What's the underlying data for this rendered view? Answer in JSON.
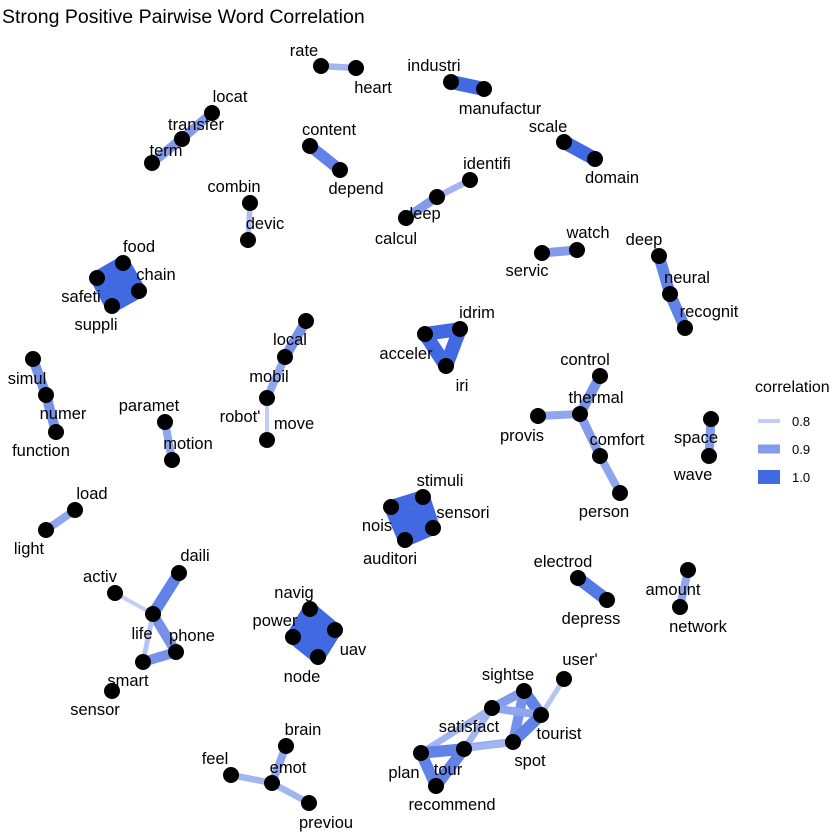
{
  "chart_data": {
    "type": "network",
    "title": "Strong Positive Pairwise Word Correlation",
    "legend": {
      "title": "correlation",
      "placement": "right",
      "entries": [
        {
          "label": "0.8",
          "value": 0.8
        },
        {
          "label": "0.9",
          "value": 0.9
        },
        {
          "label": "1.0",
          "value": 1.0
        }
      ]
    },
    "color_scale": {
      "low": "#c2cef5",
      "high": "#4169e1"
    },
    "nodes": [
      "rate",
      "heart",
      "industri",
      "manufactur",
      "locat",
      "transfer",
      "term",
      "content",
      "depend",
      "scale",
      "domain",
      "identifi",
      "sleep",
      "calcul",
      "combin",
      "devic",
      "watch",
      "servic",
      "deep",
      "neural",
      "recognit",
      "food",
      "chain",
      "safeti",
      "suppli",
      "local",
      "mobil",
      "robot'",
      "move",
      "idrim",
      "acceler",
      "iri",
      "simul",
      "numer",
      "function",
      "paramet",
      "motion",
      "control",
      "thermal",
      "provis",
      "comfort",
      "person",
      "space",
      "wave",
      "stimuli",
      "sensori",
      "nois",
      "auditori",
      "load",
      "light",
      "electrod",
      "depress",
      "amount",
      "network",
      "daili",
      "activ",
      "life",
      "phone",
      "smart",
      "sensor",
      "navig",
      "power",
      "uav",
      "node",
      "sightse",
      "user'",
      "satisfact",
      "tourist",
      "spot",
      "plan",
      "tour",
      "recommend",
      "brain",
      "feel",
      "emot",
      "previou"
    ],
    "edges": [
      {
        "from": "rate",
        "to": "heart",
        "correlation": 0.85
      },
      {
        "from": "industri",
        "to": "manufactur",
        "correlation": 1.0
      },
      {
        "from": "locat",
        "to": "transfer",
        "correlation": 0.9
      },
      {
        "from": "transfer",
        "to": "term",
        "correlation": 0.9
      },
      {
        "from": "locat",
        "to": "term",
        "correlation": 0.9
      },
      {
        "from": "content",
        "to": "depend",
        "correlation": 0.95
      },
      {
        "from": "scale",
        "to": "domain",
        "correlation": 1.0
      },
      {
        "from": "identifi",
        "to": "sleep",
        "correlation": 0.85
      },
      {
        "from": "sleep",
        "to": "calcul",
        "correlation": 0.9
      },
      {
        "from": "combin",
        "to": "devic",
        "correlation": 0.83
      },
      {
        "from": "watch",
        "to": "servic",
        "correlation": 0.9
      },
      {
        "from": "deep",
        "to": "neural",
        "correlation": 0.95
      },
      {
        "from": "neural",
        "to": "recognit",
        "correlation": 0.95
      },
      {
        "from": "food",
        "to": "chain",
        "correlation": 1.0
      },
      {
        "from": "food",
        "to": "safeti",
        "correlation": 1.0
      },
      {
        "from": "food",
        "to": "suppli",
        "correlation": 1.0
      },
      {
        "from": "chain",
        "to": "safeti",
        "correlation": 1.0
      },
      {
        "from": "chain",
        "to": "suppli",
        "correlation": 1.0
      },
      {
        "from": "safeti",
        "to": "suppli",
        "correlation": 1.0
      },
      {
        "from": "local",
        "to": "mobil",
        "correlation": 0.92
      },
      {
        "from": "mobil",
        "to": "robot'",
        "correlation": 0.88
      },
      {
        "from": "robot'",
        "to": "move",
        "correlation": 0.8
      },
      {
        "from": "idrim",
        "to": "acceler",
        "correlation": 1.0
      },
      {
        "from": "idrim",
        "to": "iri",
        "correlation": 1.0
      },
      {
        "from": "acceler",
        "to": "iri",
        "correlation": 1.0
      },
      {
        "from": "simul",
        "to": "numer",
        "correlation": 0.92
      },
      {
        "from": "numer",
        "to": "function",
        "correlation": 0.92
      },
      {
        "from": "paramet",
        "to": "motion",
        "correlation": 0.88
      },
      {
        "from": "control",
        "to": "thermal",
        "correlation": 0.92
      },
      {
        "from": "thermal",
        "to": "provis",
        "correlation": 0.88
      },
      {
        "from": "thermal",
        "to": "comfort",
        "correlation": 0.9
      },
      {
        "from": "comfort",
        "to": "person",
        "correlation": 0.88
      },
      {
        "from": "space",
        "to": "wave",
        "correlation": 0.9
      },
      {
        "from": "stimuli",
        "to": "sensori",
        "correlation": 1.0
      },
      {
        "from": "stimuli",
        "to": "nois",
        "correlation": 1.0
      },
      {
        "from": "stimuli",
        "to": "auditori",
        "correlation": 1.0
      },
      {
        "from": "sensori",
        "to": "nois",
        "correlation": 1.0
      },
      {
        "from": "sensori",
        "to": "auditori",
        "correlation": 1.0
      },
      {
        "from": "nois",
        "to": "auditori",
        "correlation": 1.0
      },
      {
        "from": "load",
        "to": "light",
        "correlation": 0.88
      },
      {
        "from": "electrod",
        "to": "depress",
        "correlation": 0.97
      },
      {
        "from": "amount",
        "to": "network",
        "correlation": 0.88
      },
      {
        "from": "daili",
        "to": "life",
        "correlation": 0.95
      },
      {
        "from": "activ",
        "to": "life",
        "correlation": 0.8
      },
      {
        "from": "life",
        "to": "phone",
        "correlation": 0.92
      },
      {
        "from": "life",
        "to": "smart",
        "correlation": 0.82
      },
      {
        "from": "phone",
        "to": "smart",
        "correlation": 0.92
      },
      {
        "from": "navig",
        "to": "power",
        "correlation": 1.0
      },
      {
        "from": "navig",
        "to": "uav",
        "correlation": 1.0
      },
      {
        "from": "navig",
        "to": "node",
        "correlation": 1.0
      },
      {
        "from": "power",
        "to": "uav",
        "correlation": 1.0
      },
      {
        "from": "power",
        "to": "node",
        "correlation": 1.0
      },
      {
        "from": "uav",
        "to": "node",
        "correlation": 1.0
      },
      {
        "from": "sightse",
        "to": "tourist",
        "correlation": 0.95
      },
      {
        "from": "sightse",
        "to": "spot",
        "correlation": 0.92
      },
      {
        "from": "sightse",
        "to": "satisfact",
        "correlation": 0.9
      },
      {
        "from": "user'",
        "to": "tourist",
        "correlation": 0.82
      },
      {
        "from": "satisfact",
        "to": "tourist",
        "correlation": 0.88
      },
      {
        "from": "satisfact",
        "to": "tour",
        "correlation": 0.85
      },
      {
        "from": "satisfact",
        "to": "plan",
        "correlation": 0.85
      },
      {
        "from": "tourist",
        "to": "spot",
        "correlation": 0.95
      },
      {
        "from": "spot",
        "to": "plan",
        "correlation": 0.88
      },
      {
        "from": "spot",
        "to": "tour",
        "correlation": 0.85
      },
      {
        "from": "plan",
        "to": "recommend",
        "correlation": 0.95
      },
      {
        "from": "plan",
        "to": "tour",
        "correlation": 0.95
      },
      {
        "from": "tour",
        "to": "recommend",
        "correlation": 0.95
      },
      {
        "from": "brain",
        "to": "emot",
        "correlation": 0.88
      },
      {
        "from": "feel",
        "to": "emot",
        "correlation": 0.85
      },
      {
        "from": "emot",
        "to": "previou",
        "correlation": 0.85
      }
    ]
  }
}
